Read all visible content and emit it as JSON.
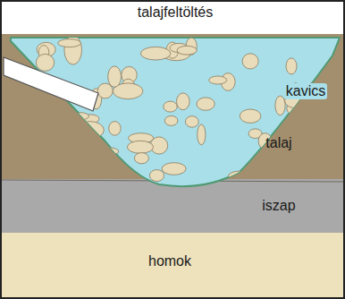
{
  "diagram": {
    "labels": [
      "talajfeltöltés",
      "kavics",
      "talaj",
      "iszap",
      "homok"
    ]
  }
}
